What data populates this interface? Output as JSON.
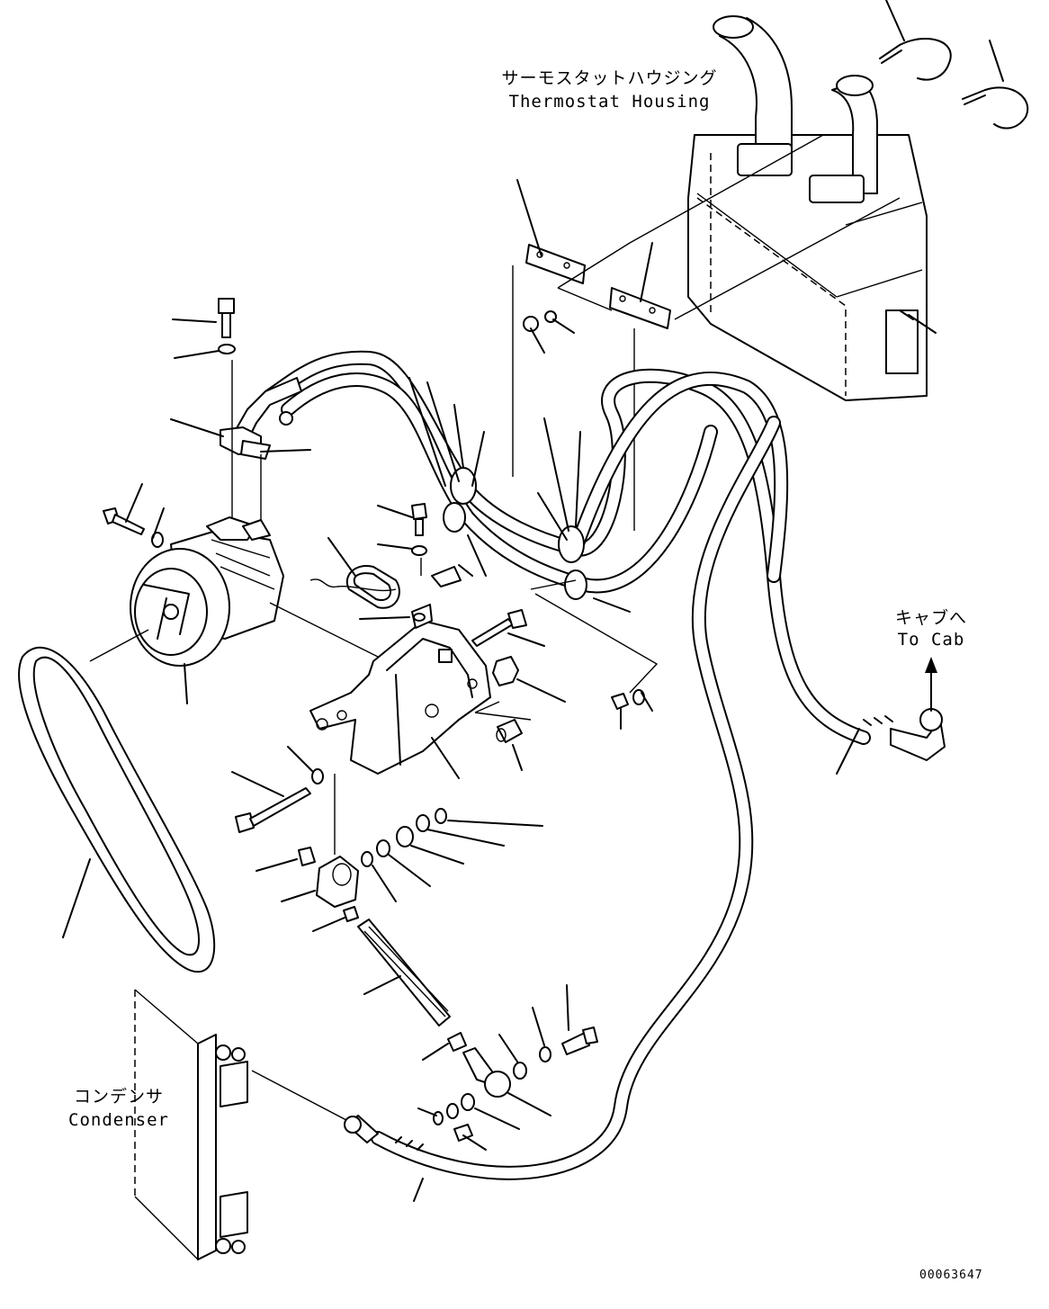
{
  "labels": {
    "thermostat_jp": "サーモスタットハウジング",
    "thermostat_en": "Thermostat Housing",
    "cab_jp": "キャブへ",
    "cab_en": "To Cab",
    "condenser_jp": "コンデンサ",
    "condenser_en": "Condenser"
  },
  "part_number": "00063647"
}
